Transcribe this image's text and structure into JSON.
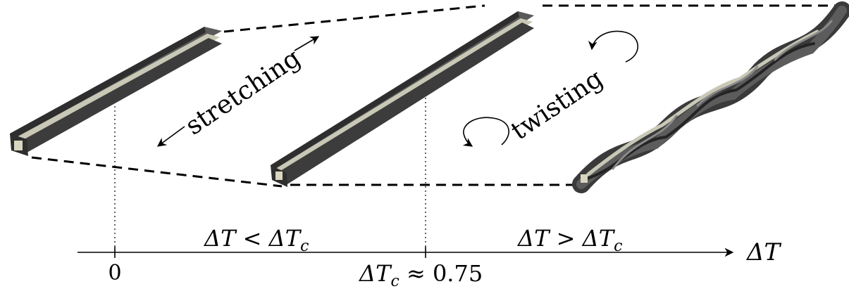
{
  "labels": {
    "stretching": "stretching",
    "twisting": "twisting",
    "below_threshold": "ΔT < ΔT",
    "below_threshold_sub": "c",
    "above_threshold": "ΔT > ΔT",
    "above_threshold_sub": "c",
    "axis_label": "ΔT",
    "tick_zero": "0",
    "tick_critical_main": "ΔT",
    "tick_critical_sub": "c",
    "tick_critical_value": " ≈ 0.75"
  },
  "colors": {
    "beam_dark": "#3c3c3c",
    "beam_mid": "#5a5a5a",
    "beam_light": "#c9c8b6",
    "line": "#000000"
  }
}
